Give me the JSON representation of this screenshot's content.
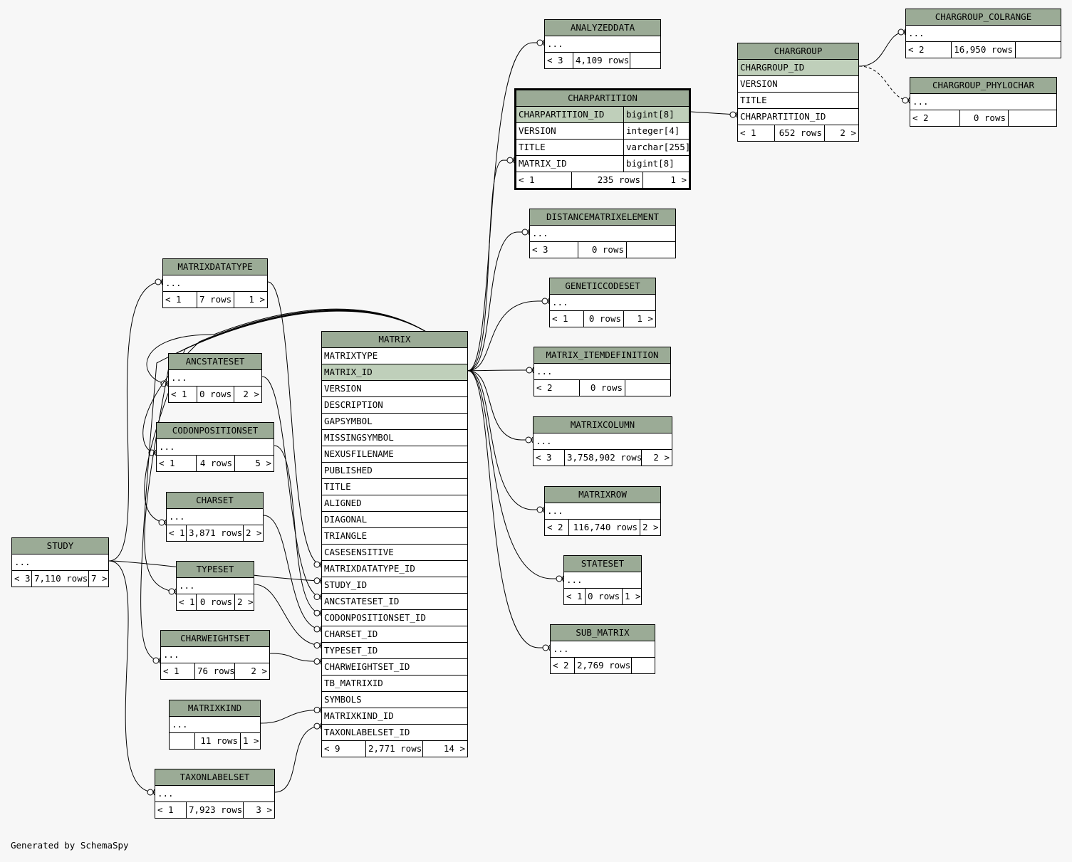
{
  "footer": "Generated by SchemaSpy",
  "colors": {
    "header": "#9bab96",
    "primary_key": "#bfcfba",
    "background": "#f7f7f7"
  },
  "tables": {
    "analyzeddata": {
      "name": "ANALYZEDDATA",
      "cols": [
        "..."
      ],
      "parents": "< 3",
      "rows": "4,109 rows",
      "children": ""
    },
    "chargroup_colrange": {
      "name": "CHARGROUP_COLRANGE",
      "cols": [
        "..."
      ],
      "parents": "< 2",
      "rows": "16,950 rows",
      "children": ""
    },
    "chargroup": {
      "name": "CHARGROUP",
      "cols": [
        "CHARGROUP_ID",
        "VERSION",
        "TITLE",
        "CHARPARTITION_ID"
      ],
      "parents": "< 1",
      "rows": "652 rows",
      "children": "2 >"
    },
    "chargroup_phylochar": {
      "name": "CHARGROUP_PHYLOCHAR",
      "cols": [
        "..."
      ],
      "parents": "< 2",
      "rows": "0 rows",
      "children": ""
    },
    "charpartition": {
      "name": "CHARPARTITION",
      "cols": [
        "CHARPARTITION_ID",
        "VERSION",
        "TITLE",
        "MATRIX_ID"
      ],
      "types": [
        "bigint[8]",
        "integer[4]",
        "varchar[255]",
        "bigint[8]"
      ],
      "parents": "< 1",
      "rows": "235 rows",
      "children": "1 >"
    },
    "distancematrixelement": {
      "name": "DISTANCEMATRIXELEMENT",
      "cols": [
        "..."
      ],
      "parents": "< 3",
      "rows": "0 rows",
      "children": ""
    },
    "geneticcodeset": {
      "name": "GENETICCODESET",
      "cols": [
        "..."
      ],
      "parents": "< 1",
      "rows": "0 rows",
      "children": "1 >"
    },
    "matrix_itemdefinition": {
      "name": "MATRIX_ITEMDEFINITION",
      "cols": [
        "..."
      ],
      "parents": "< 2",
      "rows": "0 rows",
      "children": ""
    },
    "matrixcolumn": {
      "name": "MATRIXCOLUMN",
      "cols": [
        "..."
      ],
      "parents": "< 3",
      "rows": "3,758,902 rows",
      "children": "2 >"
    },
    "matrixrow": {
      "name": "MATRIXROW",
      "cols": [
        "..."
      ],
      "parents": "< 2",
      "rows": "116,740 rows",
      "children": "2 >"
    },
    "stateset": {
      "name": "STATESET",
      "cols": [
        "..."
      ],
      "parents": "< 1",
      "rows": "0 rows",
      "children": "1 >"
    },
    "sub_matrix": {
      "name": "SUB_MATRIX",
      "cols": [
        "..."
      ],
      "parents": "< 2",
      "rows": "2,769 rows",
      "children": ""
    },
    "matrixdatatype": {
      "name": "MATRIXDATATYPE",
      "cols": [
        "..."
      ],
      "parents": "< 1",
      "rows": "7 rows",
      "children": "1 >"
    },
    "ancstateset": {
      "name": "ANCSTATESET",
      "cols": [
        "..."
      ],
      "parents": "< 1",
      "rows": "0 rows",
      "children": "2 >"
    },
    "codonpositionset": {
      "name": "CODONPOSITIONSET",
      "cols": [
        "..."
      ],
      "parents": "< 1",
      "rows": "4 rows",
      "children": "5 >"
    },
    "charset": {
      "name": "CHARSET",
      "cols": [
        "..."
      ],
      "parents": "< 1",
      "rows": "3,871 rows",
      "children": "2 >"
    },
    "typeset": {
      "name": "TYPESET",
      "cols": [
        "..."
      ],
      "parents": "< 1",
      "rows": "0 rows",
      "children": "2 >"
    },
    "charweightset": {
      "name": "CHARWEIGHTSET",
      "cols": [
        "..."
      ],
      "parents": "< 1",
      "rows": "76 rows",
      "children": "2 >"
    },
    "matrixkind": {
      "name": "MATRIXKIND",
      "cols": [
        "..."
      ],
      "parents": "",
      "rows": "11 rows",
      "children": "1 >"
    },
    "taxonlabelset": {
      "name": "TAXONLABELSET",
      "cols": [
        "..."
      ],
      "parents": "< 1",
      "rows": "7,923 rows",
      "children": "3 >"
    },
    "study": {
      "name": "STUDY",
      "cols": [
        "..."
      ],
      "parents": "< 3",
      "rows": "7,110 rows",
      "children": "7 >"
    },
    "matrix": {
      "name": "MATRIX",
      "cols": [
        "MATRIXTYPE",
        "MATRIX_ID",
        "VERSION",
        "DESCRIPTION",
        "GAPSYMBOL",
        "MISSINGSYMBOL",
        "NEXUSFILENAME",
        "PUBLISHED",
        "TITLE",
        "ALIGNED",
        "DIAGONAL",
        "TRIANGLE",
        "CASESENSITIVE",
        "MATRIXDATATYPE_ID",
        "STUDY_ID",
        "ANCSTATESET_ID",
        "CODONPOSITIONSET_ID",
        "CHARSET_ID",
        "TYPESET_ID",
        "CHARWEIGHTSET_ID",
        "TB_MATRIXID",
        "SYMBOLS",
        "MATRIXKIND_ID",
        "TAXONLABELSET_ID"
      ],
      "parents": "< 9",
      "rows": "2,771 rows",
      "children": "14 >"
    }
  }
}
